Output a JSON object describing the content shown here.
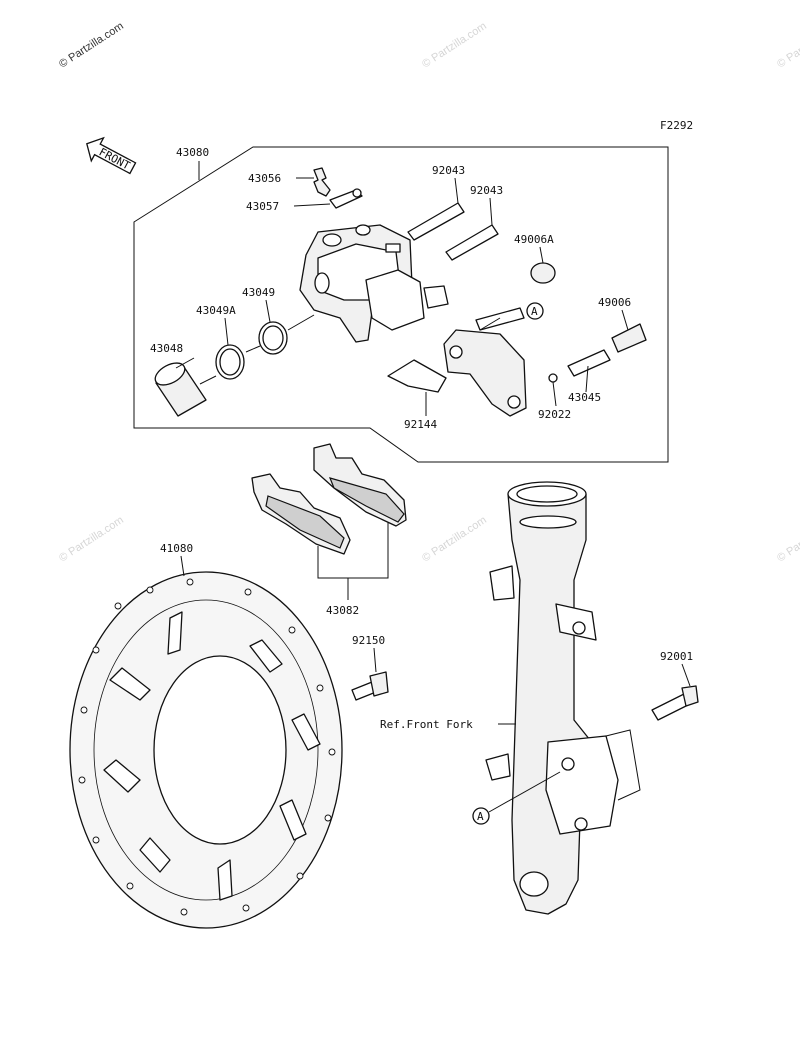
{
  "watermarks": {
    "main": "© Partzilla.com",
    "faint": "© Partzilla.com"
  },
  "figure_code": "F2292",
  "front_label": "FRONT",
  "callouts": {
    "p43080": "43080",
    "p43056": "43056",
    "p43057": "43057",
    "p92043a": "92043",
    "p92043b": "92043",
    "p49006a": "49006A",
    "p43049": "43049",
    "p43049a": "43049A",
    "p43048": "43048",
    "p49006": "49006",
    "p43045": "43045",
    "p92022": "92022",
    "p92144": "92144",
    "p43082": "43082",
    "p41080": "41080",
    "p92150": "92150",
    "p92001": "92001",
    "ref_fork": "Ref.Front Fork",
    "marker_a1": "A",
    "marker_a2": "A"
  },
  "colors": {
    "line": "#111111",
    "part_fill": "#f1f1f1",
    "watermark": "#d6d6d6"
  }
}
